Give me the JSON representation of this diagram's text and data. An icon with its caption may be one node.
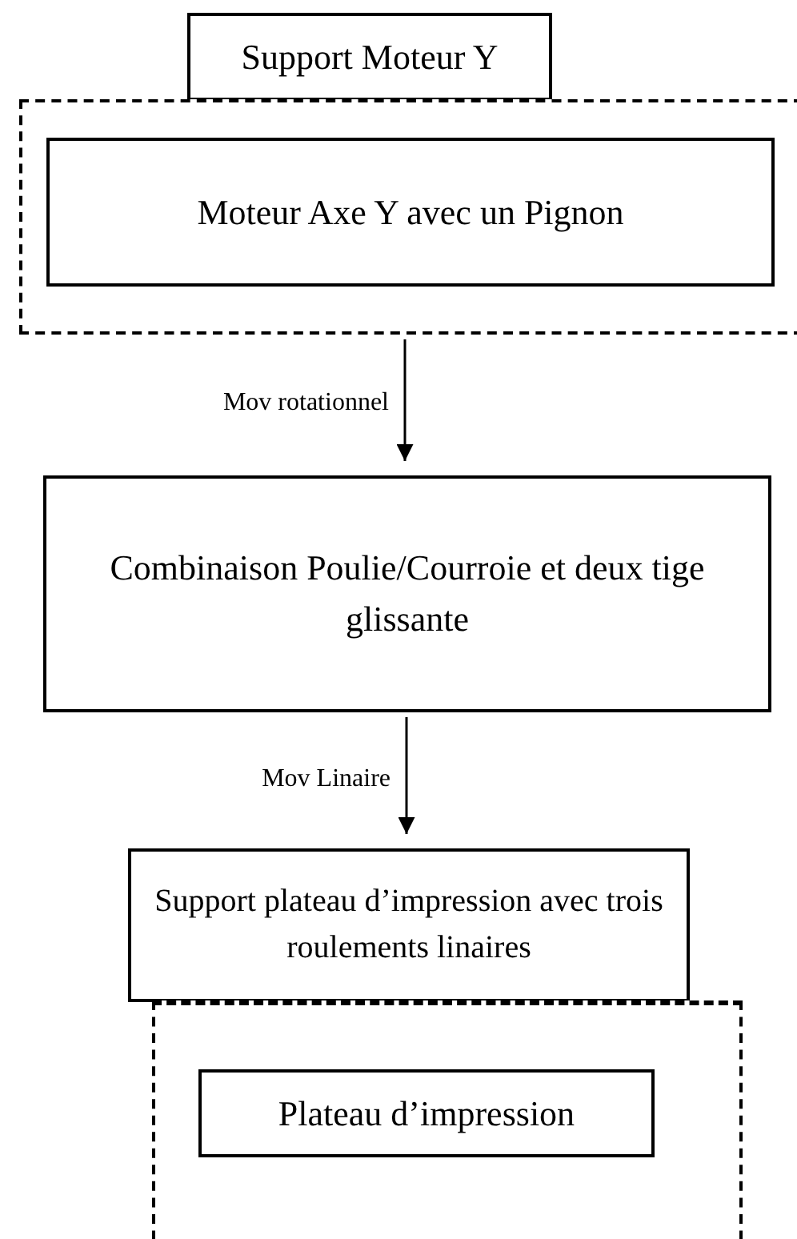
{
  "diagram": {
    "nodes": [
      {
        "text": [
          "Support Moteur Y"
        ]
      },
      {
        "text": [],
        "shape": "box"
      },
      {
        "text": [
          "Moteur Axe Y avec un Pignon"
        ],
        "in": 1
      },
      {
        "text": [
          "Combinaison Poulie/Courroie et deux tige glissante"
        ]
      },
      {
        "text": [
          "Support plateau d’impression avec trois roulements linaires"
        ]
      },
      {
        "text": [],
        "shape": "box"
      },
      {
        "text": [
          "Plateau d’impression"
        ],
        "in": 5
      }
    ],
    "edges": [
      {
        "from": 1,
        "to": 3,
        "arrow": "to",
        "label": "Mov rotationnel"
      },
      {
        "from": 3,
        "to": 4,
        "arrow": "to",
        "label": "Mov Linaire"
      }
    ]
  }
}
